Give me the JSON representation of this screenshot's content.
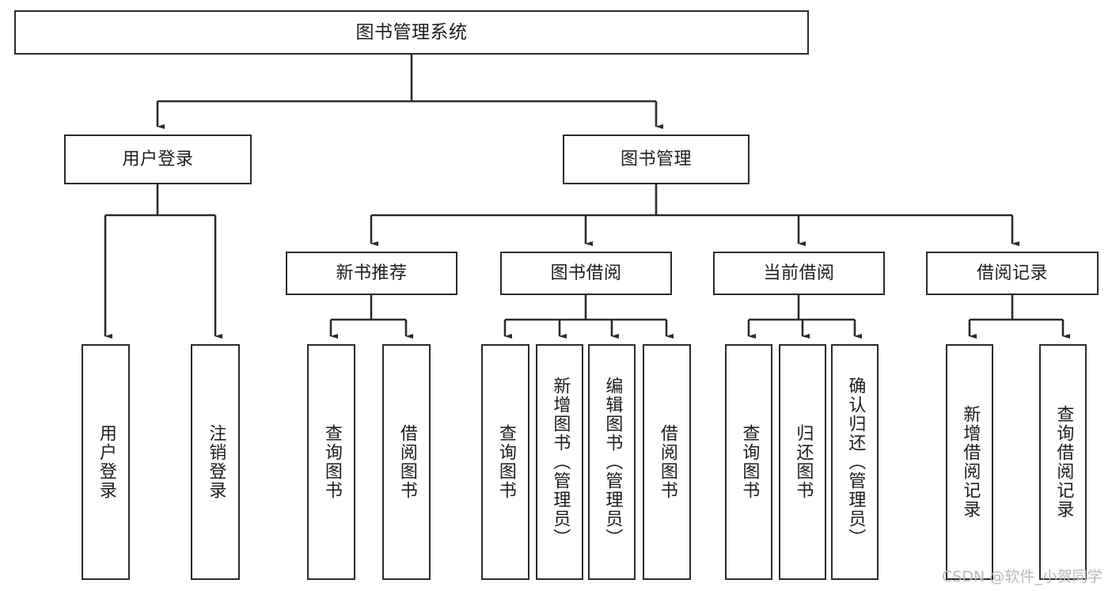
{
  "diagram": {
    "title": "图书管理系统",
    "type": "function-structure-tree",
    "colors": {
      "box_border": "#2b2b2b",
      "box_fill": "#ffffff",
      "connector": "#2b2b2b",
      "background": "#ffffff",
      "watermark": "#b9b9b9"
    },
    "root": {
      "label": "图书管理系统"
    },
    "level2": [
      {
        "label": "用户登录"
      },
      {
        "label": "图书管理"
      }
    ],
    "level3": [
      {
        "label": "新书推荐"
      },
      {
        "label": "图书借阅"
      },
      {
        "label": "当前借阅"
      },
      {
        "label": "借阅记录"
      }
    ],
    "leaves": {
      "user_login": [
        {
          "label": "用户登录"
        },
        {
          "label": "注销登录"
        }
      ],
      "new_book_recommend": [
        {
          "label": "查询图书"
        },
        {
          "label": "借阅图书"
        }
      ],
      "book_borrow": [
        {
          "label": "查询图书"
        },
        {
          "label": "新增图书（管理员）"
        },
        {
          "label": "编辑图书（管理员）"
        },
        {
          "label": "借阅图书"
        }
      ],
      "current_borrow": [
        {
          "label": "查询图书"
        },
        {
          "label": "归还图书"
        },
        {
          "label": "确认归还（管理员）"
        }
      ],
      "borrow_record": [
        {
          "label": "新增借阅记录"
        },
        {
          "label": "查询借阅记录"
        }
      ]
    },
    "watermark": "CSDN @软件_小贺同学"
  }
}
